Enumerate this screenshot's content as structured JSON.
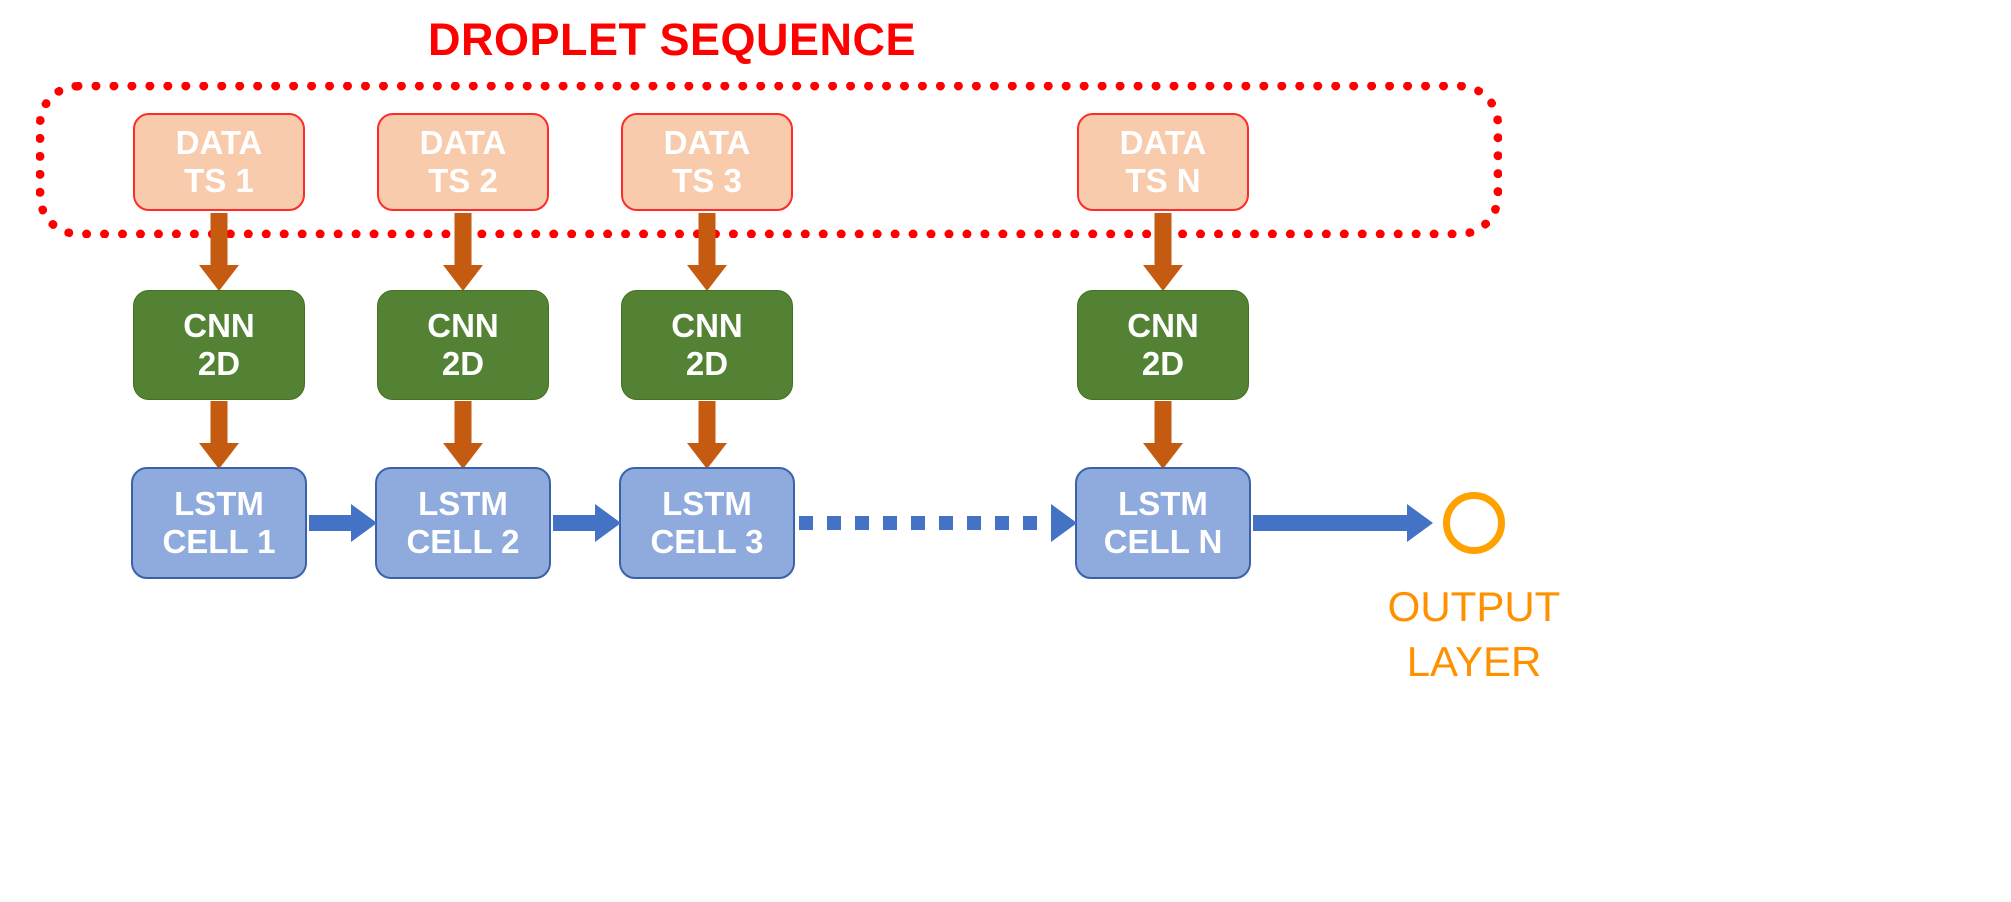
{
  "diagram": {
    "title": "DROPLET SEQUENCE",
    "title_color": "#FF0000",
    "background": "#FFFFFF"
  },
  "droplet_container": {
    "name": "droplet-sequence-group",
    "border_style": "dotted",
    "border_color": "#FF0000"
  },
  "colors": {
    "data_fill": "#F8CBAD",
    "data_border": "#FF2B2B",
    "cnn_fill": "#548235",
    "lstm_fill": "#8FAADC",
    "lstm_border": "#3A62A8",
    "vertical_arrow": "#C55A11",
    "horizontal_arrow": "#4472C4",
    "output_accent": "#FFA200"
  },
  "rows": {
    "data": {
      "row_label": "DATA",
      "nodes": [
        {
          "line1": "DATA",
          "line2": "TS 1"
        },
        {
          "line1": "DATA",
          "line2": "TS 2"
        },
        {
          "line1": "DATA",
          "line2": "TS 3"
        },
        {
          "line1": "DATA",
          "line2": "TS N"
        }
      ]
    },
    "cnn": {
      "row_label": "CNN",
      "nodes": [
        {
          "line1": "CNN",
          "line2": "2D"
        },
        {
          "line1": "CNN",
          "line2": "2D"
        },
        {
          "line1": "CNN",
          "line2": "2D"
        },
        {
          "line1": "CNN",
          "line2": "2D"
        }
      ]
    },
    "lstm": {
      "row_label": "LSTM",
      "nodes": [
        {
          "line1": "LSTM",
          "line2": "CELL 1"
        },
        {
          "line1": "LSTM",
          "line2": "CELL 2"
        },
        {
          "line1": "LSTM",
          "line2": "CELL 3"
        },
        {
          "line1": "LSTM",
          "line2": "CELL N"
        }
      ]
    }
  },
  "output": {
    "line1": "OUTPUT",
    "line2": "LAYER"
  }
}
